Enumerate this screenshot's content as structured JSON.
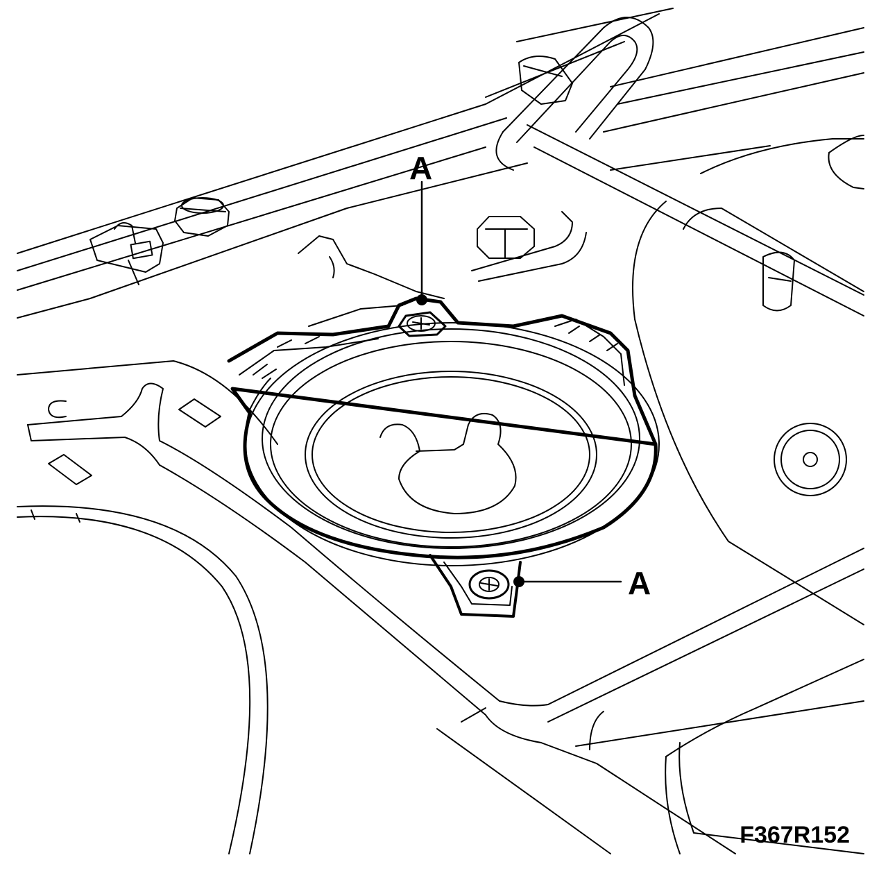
{
  "diagram": {
    "callouts": [
      {
        "label": "A",
        "target": "top-screw"
      },
      {
        "label": "A",
        "target": "bottom-screw"
      }
    ],
    "figure_code": "F367R152",
    "colors": {
      "line": "#000000",
      "background": "#ffffff"
    }
  }
}
